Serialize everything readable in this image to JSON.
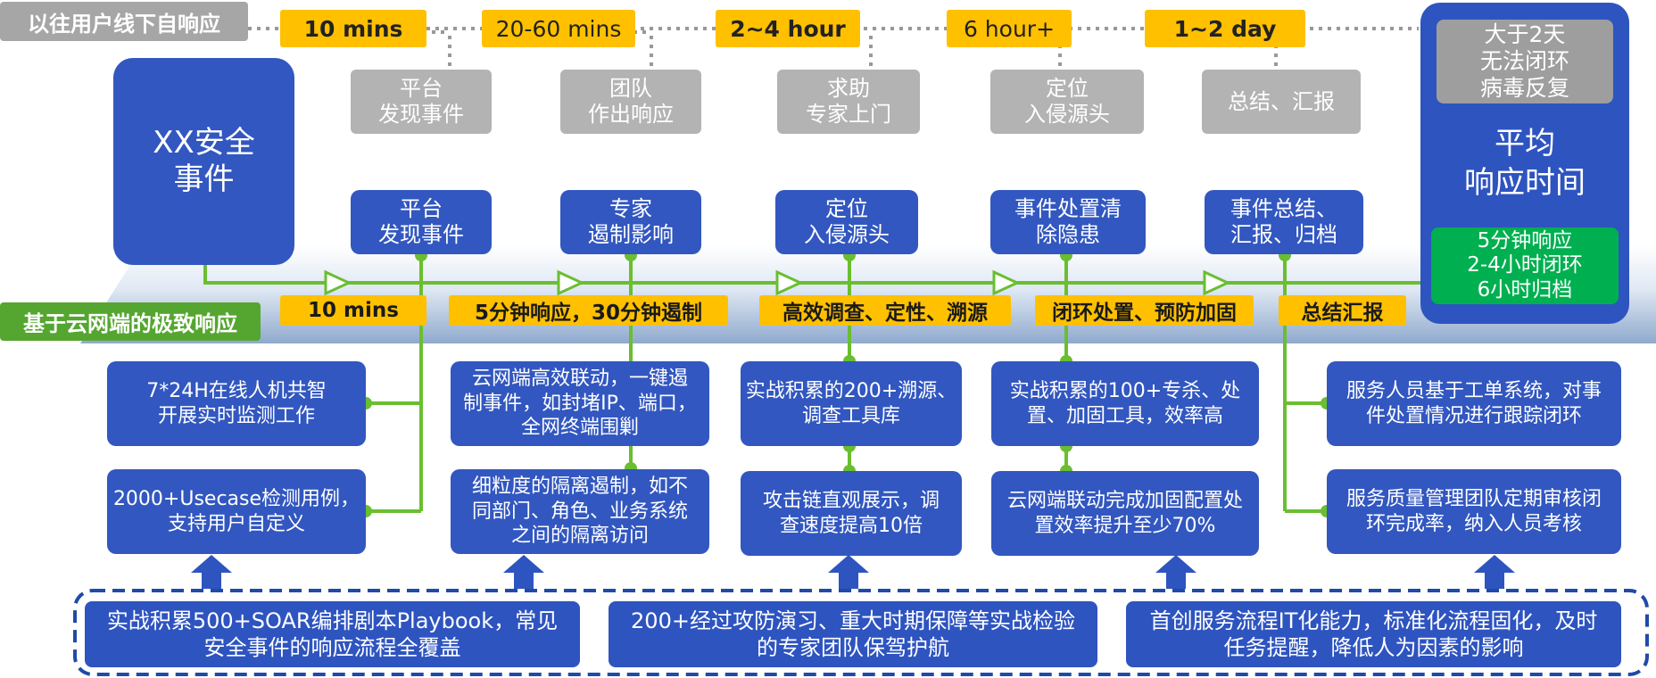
{
  "colors": {
    "blue": "#3257c0",
    "gray": "#a6a6a6",
    "yellow": "#ffc000",
    "green_line": "#6abe30",
    "green_status": "#00b050",
    "label_green": "#55a630"
  },
  "legacy": {
    "label": "以往用户线下自响应",
    "times": [
      "10 mins",
      "20-60 mins",
      "2~4 hour",
      "6 hour+",
      "1~2 day"
    ],
    "steps": [
      "平台\n发现事件",
      "团队\n作出响应",
      "求助\n专家上门",
      "定位\n入侵源头",
      "总结、汇报"
    ]
  },
  "event": {
    "label": "XX安全\n事件"
  },
  "cloud": {
    "label": "基于云网端的极致响应",
    "steps": [
      "平台\n发现事件",
      "专家\n遏制影响",
      "定位\n入侵源头",
      "事件处置清\n除隐患",
      "事件总结、\n汇报、归档"
    ],
    "phases": [
      "10 mins",
      "5分钟响应，30分钟遏制",
      "高效调查、定性、溯源",
      "闭环处置、预防加固",
      "总结汇报"
    ],
    "details": [
      [
        "7*24H在线人机共智\n开展实时监测工作",
        "2000+Usecase检测用例，\n支持用户自定义"
      ],
      [
        "云网端高效联动，一键遏\n制事件，如封堵IP、端口，\n全网终端围剿",
        "细粒度的隔离遏制，如不\n同部门、角色、业务系统\n之间的隔离访问"
      ],
      [
        "实战积累的200+溯源、\n调查工具库",
        "攻击链直观展示，调\n查速度提高10倍"
      ],
      [
        "实战积累的100+专杀、处\n置、加固工具，效率高",
        "云网端联动完成加固配置处\n置效率提升至少70%"
      ],
      [
        "服务人员基于工单系统，对事\n件处置情况进行跟踪闭环",
        "服务质量管理团队定期审核闭\n环完成率，纳入人员考核"
      ]
    ]
  },
  "summary": {
    "old": "大于2天\n无法闭环\n病毒反复",
    "title": "平均\n响应时间",
    "new": "5分钟响应\n2-4小时闭环\n6小时归档"
  },
  "capabilities": [
    "实战积累500+SOAR编排剧本Playbook，常见\n安全事件的响应流程全覆盖",
    "200+经过攻防演习、重大时期保障等实战检验\n的专家团队保驾护航",
    "首创服务流程IT化能力，标准化流程固化，及时\n任务提醒，降低人为因素的影响"
  ]
}
